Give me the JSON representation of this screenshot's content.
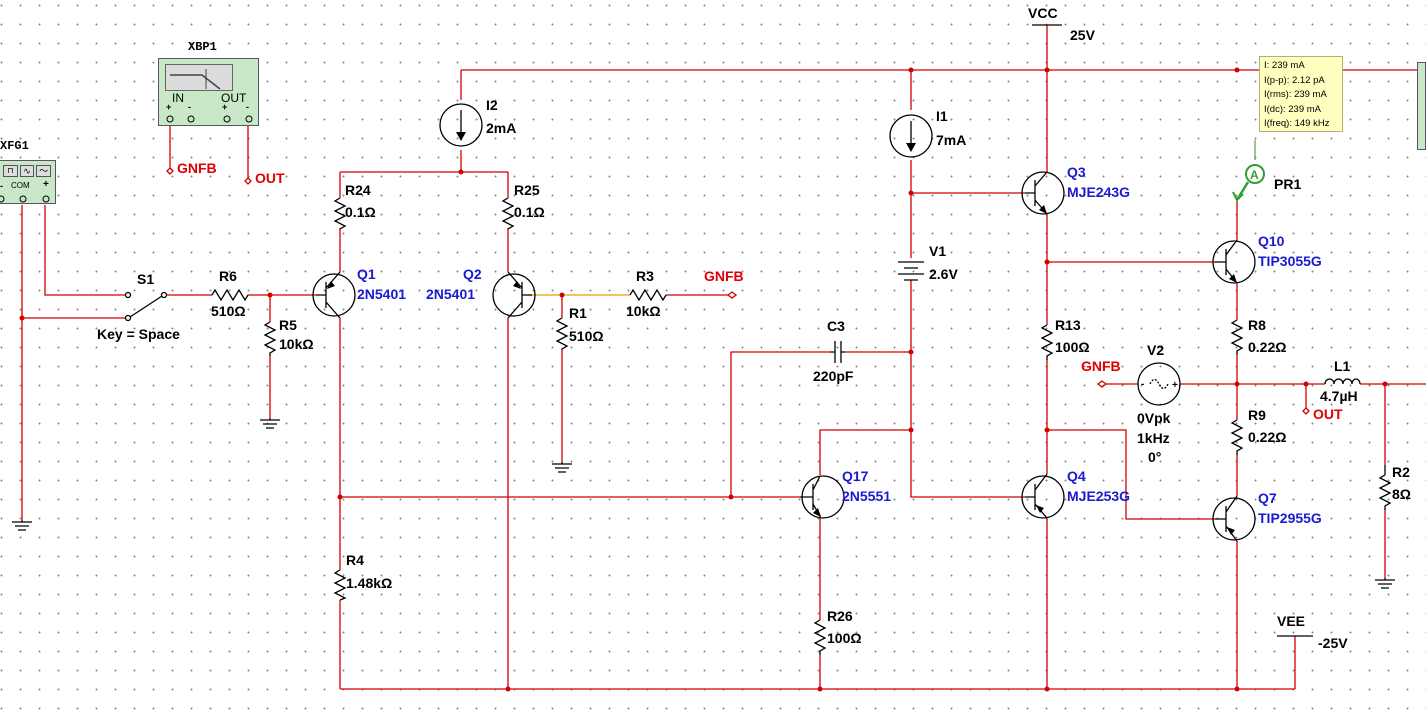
{
  "instruments": {
    "xbp1": {
      "name": "XBP1",
      "in_label": "IN",
      "out_label": "OUT",
      "plus": "+",
      "minus": "-"
    },
    "xfg1": {
      "name": "XFG1",
      "com_label": "COM",
      "plus": "+",
      "minus": "-"
    }
  },
  "components": {
    "s1": {
      "ref": "S1",
      "value": "Key = Space"
    },
    "r6": {
      "ref": "R6",
      "value": "510Ω"
    },
    "r5": {
      "ref": "R5",
      "value": "10kΩ"
    },
    "r24": {
      "ref": "R24",
      "value": "0.1Ω"
    },
    "r25": {
      "ref": "R25",
      "value": "0.1Ω"
    },
    "i2": {
      "ref": "I2",
      "value": "2mA"
    },
    "q1": {
      "ref": "Q1",
      "value": "2N5401"
    },
    "q2": {
      "ref": "Q2",
      "value": "2N5401"
    },
    "r1": {
      "ref": "R1",
      "value": "510Ω"
    },
    "r3": {
      "ref": "R3",
      "value": "10kΩ"
    },
    "r4": {
      "ref": "R4",
      "value": "1.48kΩ"
    },
    "i1": {
      "ref": "I1",
      "value": "7mA"
    },
    "v1": {
      "ref": "V1",
      "value": "2.6V"
    },
    "c3": {
      "ref": "C3",
      "value": "220pF"
    },
    "q17": {
      "ref": "Q17",
      "value": "2N5551"
    },
    "r26": {
      "ref": "R26",
      "value": "100Ω"
    },
    "q3": {
      "ref": "Q3",
      "value": "MJE243G"
    },
    "q4": {
      "ref": "Q4",
      "value": "MJE253G"
    },
    "r13": {
      "ref": "R13",
      "value": "100Ω"
    },
    "v2": {
      "ref": "V2",
      "value1": "0Vpk",
      "value2": "1kHz",
      "value3": "0°"
    },
    "q10": {
      "ref": "Q10",
      "value": "TIP3055G"
    },
    "q7": {
      "ref": "Q7",
      "value": "TIP2955G"
    },
    "r8": {
      "ref": "R8",
      "value": "0.22Ω"
    },
    "r9": {
      "ref": "R9",
      "value": "0.22Ω"
    },
    "l1": {
      "ref": "L1",
      "value": "4.7µH"
    },
    "r2": {
      "ref": "R2",
      "value": "8Ω"
    },
    "pr1": {
      "ref": "PR1",
      "symbol": "A"
    }
  },
  "power": {
    "vcc": {
      "name": "VCC",
      "value": "25V"
    },
    "vee": {
      "name": "VEE",
      "value": "-25V"
    }
  },
  "net_labels": {
    "gnfb_xbp": "GNFB",
    "out_xbp": "OUT",
    "gnfb_r3": "GNFB",
    "gnfb_v2": "GNFB",
    "out_l1": "OUT"
  },
  "probe": {
    "lines": [
      "I: 239 mA",
      "I(p-p): 2.12 pA",
      "I(rms): 239 mA",
      "I(dc): 239 mA",
      "I(freq): 149 kHz"
    ]
  },
  "colors": {
    "wire": "#d40000",
    "label_blue": "#1a1ad0",
    "net_red": "#e00000",
    "probe_bg": "#ffffc0",
    "instrument_bg": "#c8e8c8"
  }
}
